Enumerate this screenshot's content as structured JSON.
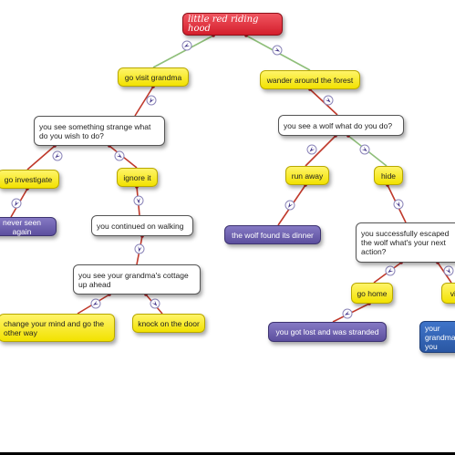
{
  "nodes": {
    "root": "little red riding hood",
    "visit": "go visit grandma",
    "wander": "wander around the forest",
    "strange": "you see something strange what do you wish to do?",
    "wolf": "you see a wolf what do you do?",
    "investigate": "go investigate",
    "ignore": "ignore it",
    "runaway": "run away",
    "hide": "hide",
    "neverseen": "never seen again",
    "continued": "you continued on walking",
    "wolffound": "the wolf found its dinner",
    "escaped": "you successfully escaped the wolf what's your next action?",
    "cottage": "you see your grandma's cottage up ahead",
    "gohome": "go home",
    "vis": "vis",
    "change": "change your mind and go the other way",
    "knock": "knock on the door",
    "lost": "you got lost and was stranded",
    "bluenode": "your grandma you"
  },
  "colors": {
    "root": "#d41e2c",
    "option": "#f2e200",
    "question": "#ffffff",
    "ending": "#5c4f9e",
    "blue_ending": "#2a57a3",
    "connector": "#8fbf7a",
    "connector_red": "#c0392b"
  }
}
